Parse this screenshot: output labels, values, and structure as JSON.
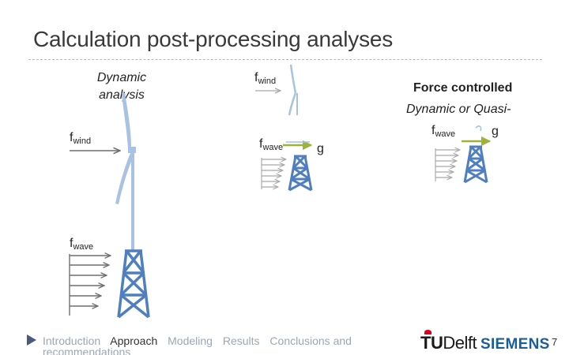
{
  "slide": {
    "title": "Calculation post-processing analyses",
    "page_number": "7"
  },
  "left_panel": {
    "caption_line1": "Dynamic",
    "caption_line2": "analysis",
    "wind_label": "f",
    "wind_sub": "wind",
    "wave_label": "f",
    "wave_sub": "wave"
  },
  "middle_panel": {
    "wind_label": "f",
    "wind_sub": "wind",
    "wave_label": "f",
    "wave_sub": "wave",
    "g_label": "g"
  },
  "right_panel": {
    "caption_line1": "Force controlled",
    "caption_line2": "Dynamic or Quasi-",
    "wave_label": "f",
    "wave_sub": "wave",
    "g_label": "g"
  },
  "footer": {
    "nav": [
      {
        "label": "Introduction",
        "active": false
      },
      {
        "label": "Approach",
        "active": true
      },
      {
        "label": "Modeling",
        "active": false
      },
      {
        "label": "Results",
        "active": false
      },
      {
        "label": "Conclusions and",
        "active": false
      }
    ],
    "nav_wrap": "recommendations",
    "logo_tu": "TU",
    "logo_delft": "Delft",
    "logo_siemens": "SIEMENS"
  },
  "colors": {
    "structure": "#4f7fbf",
    "structure_light": "#a9c1e2",
    "arrow": "#6f6f6f",
    "arrow_light": "#a9a9a9",
    "g_arrow": "#9eb23a",
    "nav_active": "#333333",
    "nav_inactive": "#9aa7b4",
    "siemens": "#1b5c9a"
  }
}
